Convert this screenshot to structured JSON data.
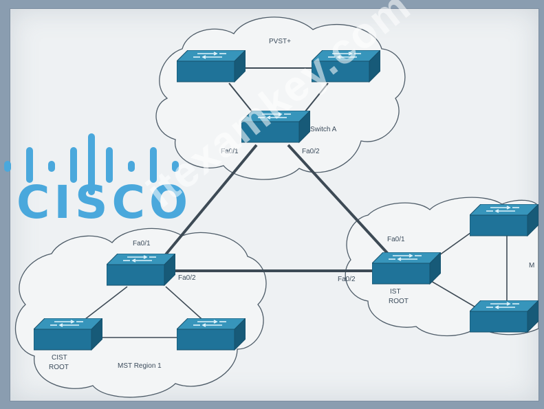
{
  "diagram": {
    "clouds": {
      "pvst": "PVST+",
      "mst_region": "MST Region 1",
      "right_region": "M"
    },
    "switches": {
      "switch_a": "Switch A",
      "cist_root_line1": "CIST",
      "cist_root_line2": "ROOT",
      "ist_root_line1": "IST",
      "ist_root_line2": "ROOT"
    },
    "ports": {
      "switch_a_left": "Fa0/1",
      "switch_a_right": "Fa0/2",
      "left_top": "Fa0/1",
      "left_right": "Fa0/2",
      "right_top": "Fa0/1",
      "right_left": "Fa0/2"
    }
  },
  "overlay": {
    "brand": "CISCO",
    "watermark": "itexamkey.com"
  },
  "colors": {
    "switch_top": "#2f8bb0",
    "switch_front": "#1d6f92",
    "switch_side": "#175a78",
    "link": "#3d4a55",
    "brand": "#4aa8dc"
  }
}
